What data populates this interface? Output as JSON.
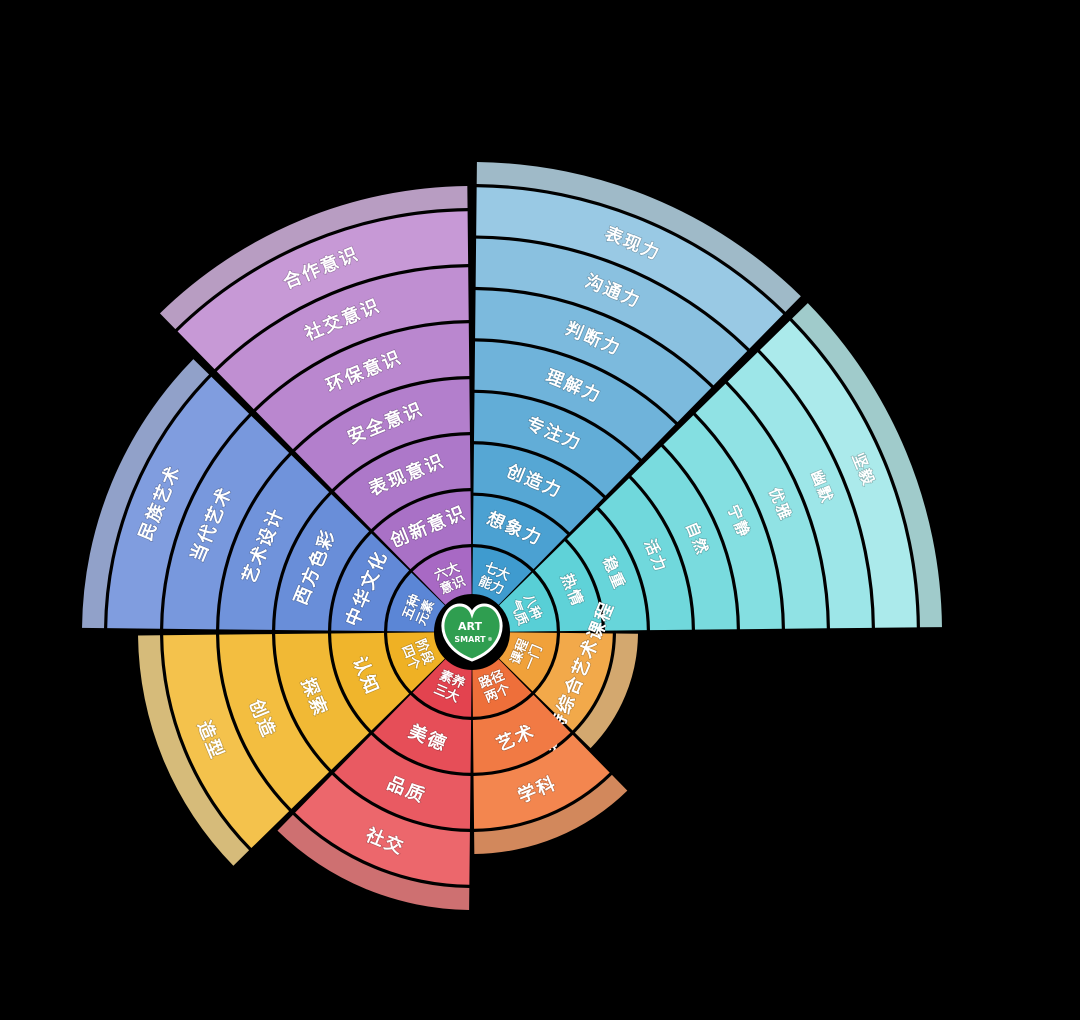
{
  "logo": {
    "line1": "ART",
    "line2": "SMART",
    "mark": "®"
  },
  "sectors": [
    {
      "id": "six-consciousness",
      "color": "#b57fcb",
      "colors": [
        "#a869c4",
        "#a971c6",
        "#ad78c9",
        "#b37fcc",
        "#ba87cf",
        "#c08fd2",
        "#c799d6",
        "#cfa6dc",
        "#d8b8e4"
      ],
      "core_label": "六大意识",
      "items": [
        "创新意识",
        "表现意识",
        "安全意识",
        "环保意识",
        "社交意识",
        "合作意识"
      ]
    },
    {
      "id": "seven-abilities",
      "color": "#5aa7d2",
      "colors": [
        "#3f9bcf",
        "#4ba1d2",
        "#56a7d4",
        "#62add7",
        "#6fb3da",
        "#7cbadd",
        "#8ac1e0",
        "#99c9e4",
        "#a9d2e8",
        "#bbdbeb"
      ],
      "core_label": "七大能力",
      "items": [
        "想象力",
        "创造力",
        "专注力",
        "理解力",
        "判断力",
        "沟通力",
        "表现力"
      ]
    },
    {
      "id": "eight-temperaments",
      "color": "#6fd6da",
      "colors": [
        "#58cfd6",
        "#5fd2d8",
        "#67d5da",
        "#70d8dc",
        "#79dbde",
        "#84dfe1",
        "#90e2e4",
        "#9de6e8",
        "#abeaeb",
        "#bcefef"
      ],
      "core_label": "八种气质",
      "items": [
        "热情",
        "稳重",
        "活力",
        "自然",
        "宁静",
        "优雅",
        "幽默",
        "坚毅"
      ]
    },
    {
      "id": "one-course",
      "color": "#f29a4e",
      "colors": [
        "#f0a13a",
        "#f2a94a",
        "#f4b25c",
        "#f6bb6e",
        "#f8c583"
      ],
      "core_label": "一门课程",
      "items": [
        "独特综合艺术课程"
      ]
    },
    {
      "id": "two-paths",
      "color": "#f07a45",
      "colors": [
        "#ee6f3a",
        "#f17a44",
        "#f3864f",
        "#f5925c",
        "#f7a06c"
      ],
      "core_label": "两个路径",
      "items": [
        "艺术",
        "学科"
      ]
    },
    {
      "id": "three-qualities",
      "color": "#e75a5a",
      "colors": [
        "#e3434f",
        "#e64e58",
        "#e95a62",
        "#ec676c",
        "#ef7478",
        "#f28485"
      ],
      "core_label": "三大素养",
      "items": [
        "美德",
        "品质",
        "社交"
      ]
    },
    {
      "id": "four-stages",
      "color": "#f2b52e",
      "colors": [
        "#efb124",
        "#f0b52c",
        "#f1b935",
        "#f3be40",
        "#f4c24c",
        "#f6c759",
        "#f7cc68",
        "#f9d47a",
        "#fbdc8f"
      ],
      "core_label": "四个阶段",
      "items": [
        "认知",
        "探索",
        "创造",
        "造型"
      ]
    },
    {
      "id": "five-elements",
      "color": "#6d93d8",
      "colors": [
        "#5b86d6",
        "#6289d7",
        "#698ed9",
        "#7093db",
        "#7898dd",
        "#809ddf",
        "#89a3e2",
        "#93abe5",
        "#9eb3e9",
        "#aabdec"
      ],
      "core_label": "五种元素",
      "items": [
        "中华文化",
        "西方色彩",
        "艺术设计",
        "当代艺术",
        "民族艺术"
      ]
    }
  ]
}
